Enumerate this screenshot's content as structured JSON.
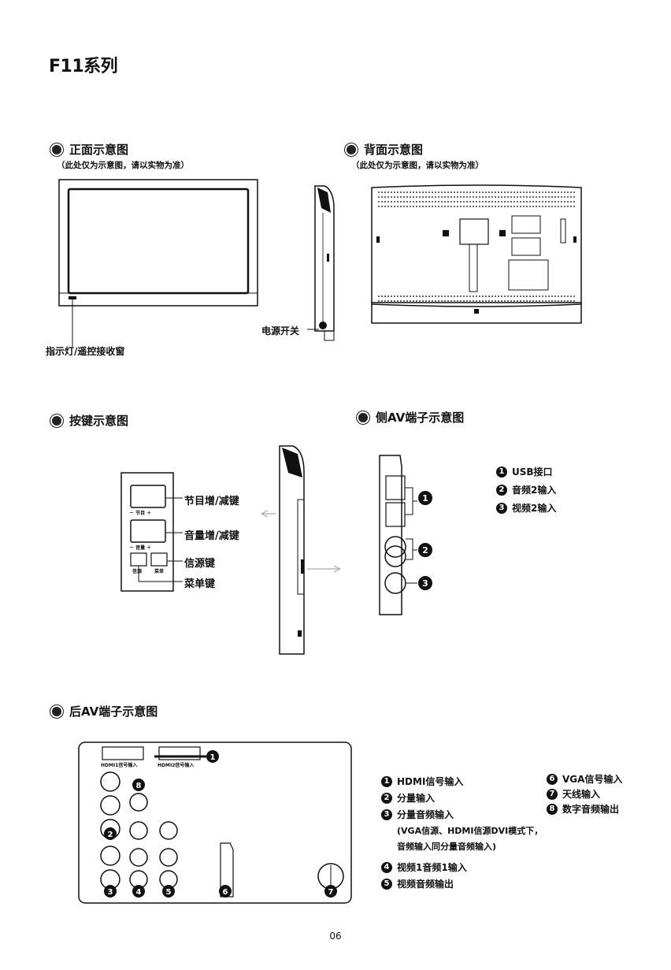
{
  "page_title": "F11系列",
  "front": {
    "heading": "正面示意图",
    "note": "（此处仅为示意图，请以实物为准）",
    "indicator_label": "指示灯/遥控接收窗",
    "power_label": "电源开关"
  },
  "back": {
    "heading": "背面示意图",
    "note": "（此处仅为示意图，请以实物为准）"
  },
  "buttons": {
    "heading": "按键示意图",
    "program_key": "节目增/减键",
    "volume_key": "音量增/减键",
    "source_key": "信源键",
    "menu_key": "菜单键",
    "panel_program": "－ 节目 ＋",
    "panel_volume": "－ 音量 ＋",
    "panel_source": "信源",
    "panel_menu": "菜单"
  },
  "side_av": {
    "heading": "侧AV端子示意图",
    "items": [
      {
        "num": "1",
        "label": "USB接口"
      },
      {
        "num": "2",
        "label": "音频2输入"
      },
      {
        "num": "3",
        "label": "视频2输入"
      }
    ]
  },
  "rear_av": {
    "heading": "后AV端子示意图",
    "panel_hdmi1": "HDMI1信号输入",
    "panel_hdmi2": "HDMI2信号输入",
    "items_left": [
      {
        "num": "1",
        "label": "HDMI信号输入"
      },
      {
        "num": "2",
        "label": "分量输入"
      },
      {
        "num": "3",
        "label": "分量音频输入"
      }
    ],
    "note_line1": "(VGA信源、HDMI信源DVI模式下，",
    "note_line2": "音频输入同分量音频输入)",
    "items_left2": [
      {
        "num": "4",
        "label": "视频1音频1输入"
      },
      {
        "num": "5",
        "label": "视频音频输出"
      }
    ],
    "items_right": [
      {
        "num": "6",
        "label": "VGA信号输入"
      },
      {
        "num": "7",
        "label": "天线输入"
      },
      {
        "num": "8",
        "label": "数字音频输出"
      }
    ]
  },
  "page_number": "06"
}
